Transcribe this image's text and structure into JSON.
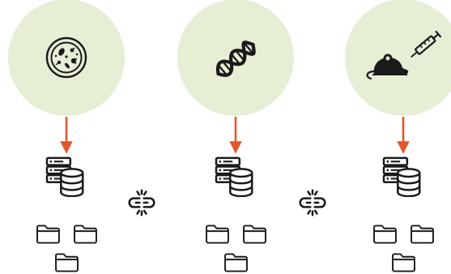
{
  "colors": {
    "circle_fill": "#e6eed6",
    "arrow": "#e2582c",
    "icon_stroke": "#1a1a1a",
    "background": "#ffffff"
  },
  "columns": [
    {
      "source_icon": "petri-dish-icon",
      "storage_icon": "database-server-icon",
      "folder_count": 3
    },
    {
      "source_icon": "dna-icon",
      "storage_icon": "database-server-icon",
      "folder_count": 3
    },
    {
      "source_icon": "mouse-syringe-icon",
      "storage_icon": "database-server-icon",
      "folder_count": 3
    }
  ],
  "connectors": [
    {
      "icon": "broken-link-icon"
    },
    {
      "icon": "broken-link-icon"
    }
  ]
}
